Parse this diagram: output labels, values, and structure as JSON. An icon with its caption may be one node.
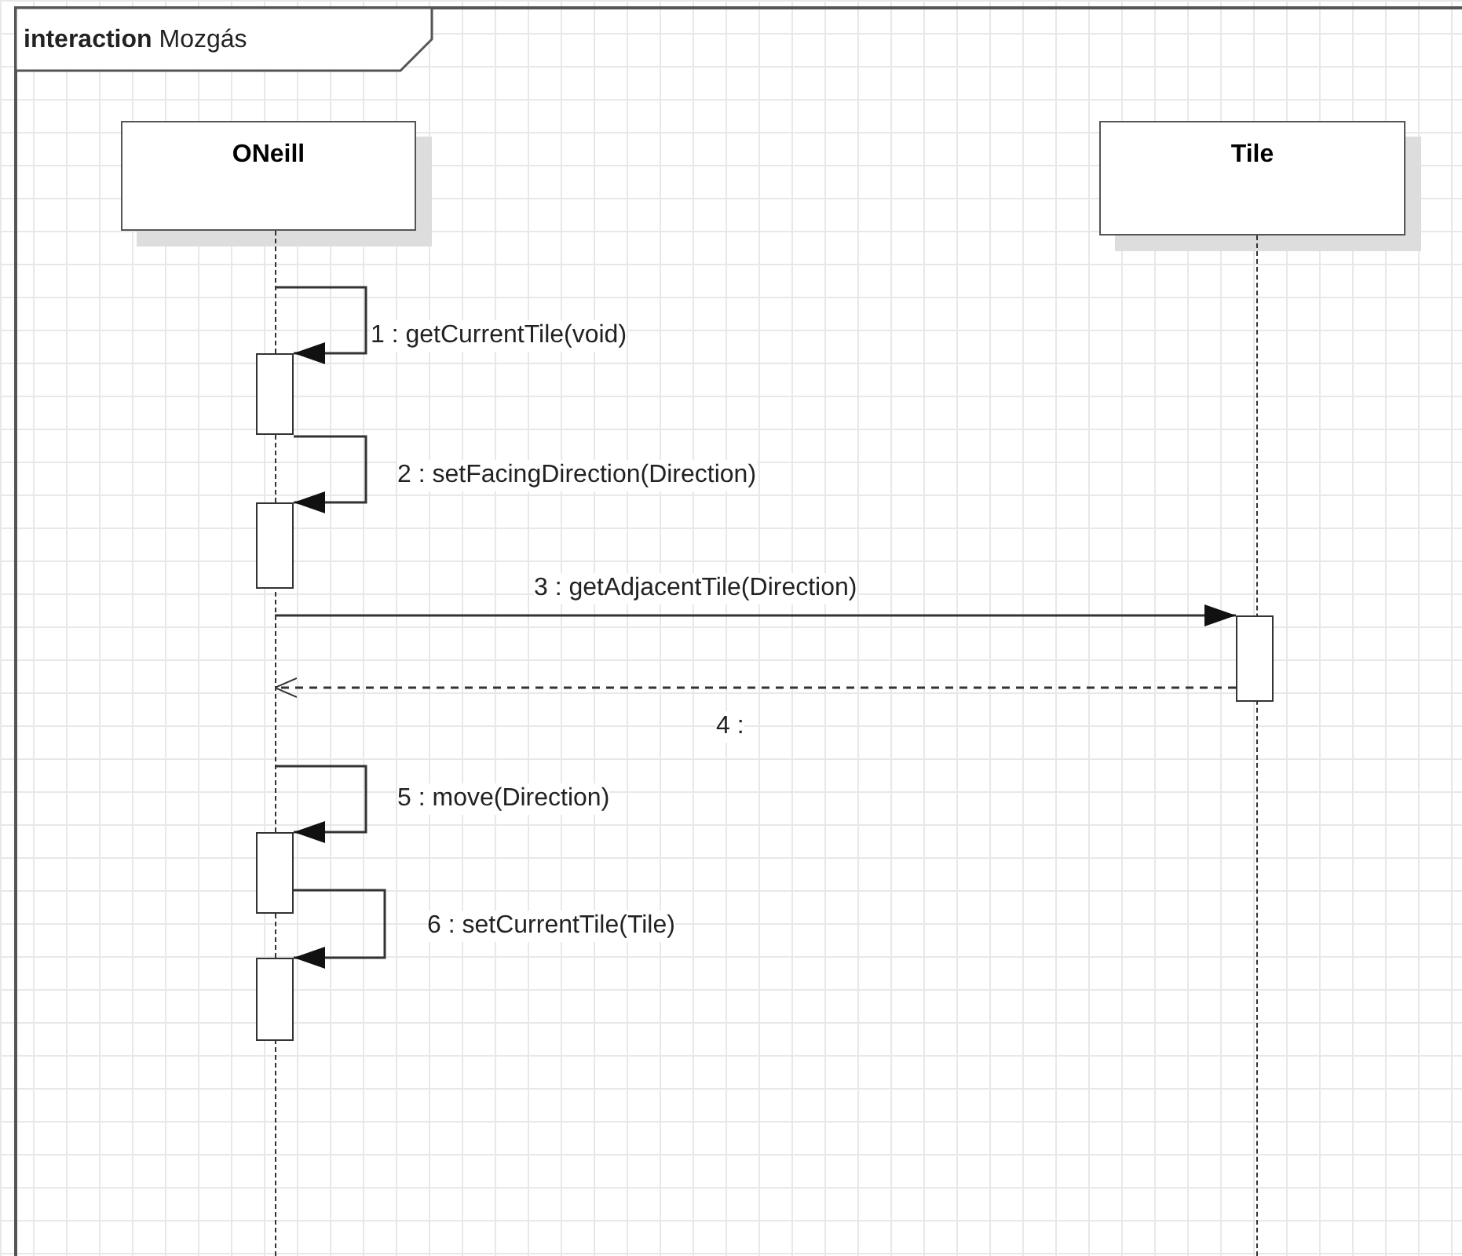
{
  "diagram": {
    "title": "**interaction** Mozgás",
    "nodes": [
      {
        "text": [
          "ONeill"
        ]
      },
      {
        "text": [
          "Tile"
        ]
      },
      {
        "text": [],
        "shape": "line"
      },
      {
        "text": [],
        "shape": "line"
      },
      {
        "text": [],
        "shape": "bar"
      },
      {
        "text": [],
        "shape": "bar"
      },
      {
        "text": [],
        "shape": "bar"
      },
      {
        "text": [],
        "shape": "bar"
      },
      {
        "text": [],
        "shape": "bar"
      }
    ],
    "edges": [
      {
        "from": 2,
        "to": 4,
        "arrow": "to",
        "label": "1 : getCurrentTile(void)"
      },
      {
        "from": 4,
        "to": 5,
        "arrow": "to",
        "label": "2 : setFacingDirection(Direction)"
      },
      {
        "from": 2,
        "to": 8,
        "arrow": "to",
        "label": "3 : getAdjacentTile(Direction)"
      },
      {
        "from": 8,
        "to": 2,
        "arrow": "to",
        "label": "4 :",
        "style": "dashed"
      },
      {
        "from": 2,
        "to": 6,
        "arrow": "to",
        "label": "5 : move(Direction)"
      },
      {
        "from": 6,
        "to": 7,
        "arrow": "to",
        "label": "6 : setCurrentTile(Tile)"
      }
    ]
  }
}
